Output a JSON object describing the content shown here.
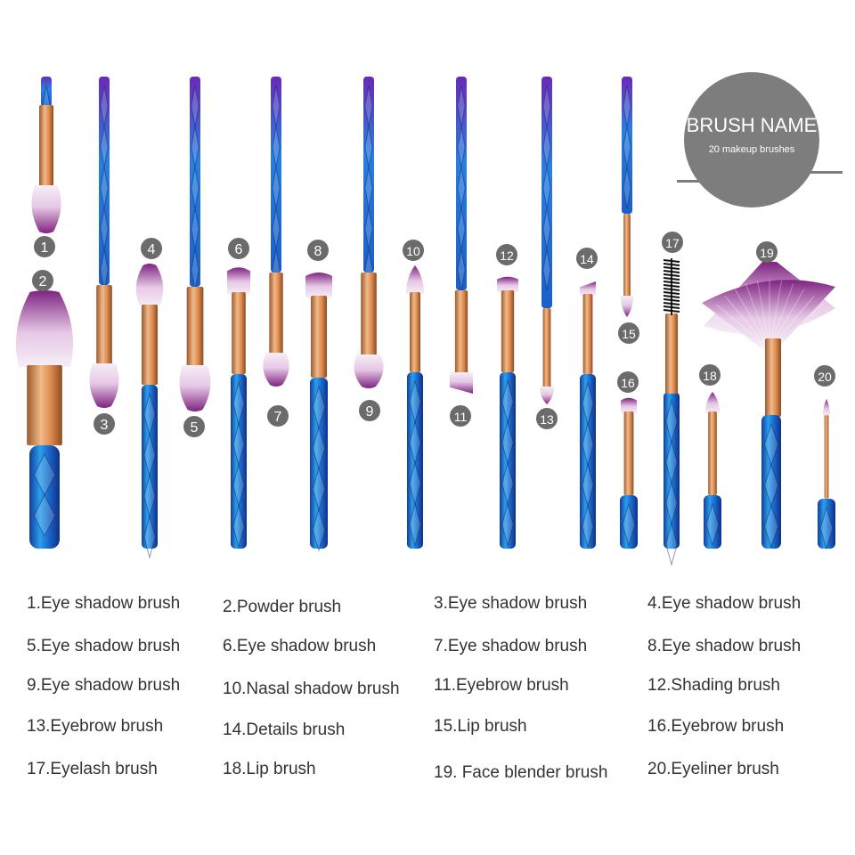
{
  "badge": {
    "title": "BRUSH NAME",
    "subtitle": "20 makeup brushes"
  },
  "colors": {
    "handle_blue": "#1e7fd6",
    "handle_purple": "#5a2fb8",
    "ferrule": "#d98a4a",
    "bristle_purple": "#8a2a8e",
    "bristle_white": "#f3eaf3",
    "number_circle": "#666666"
  },
  "brush_numbers": [
    "1",
    "2",
    "3",
    "4",
    "5",
    "6",
    "7",
    "8",
    "9",
    "10",
    "11",
    "12",
    "13",
    "14",
    "15",
    "16",
    "17",
    "18",
    "19",
    "20"
  ],
  "brush_names": [
    "1.Eye shadow brush",
    "2.Powder brush",
    "3.Eye shadow brush",
    "4.Eye shadow brush",
    "5.Eye shadow brush",
    "6.Eye shadow brush",
    "7.Eye shadow brush",
    "8.Eye shadow brush",
    "9.Eye shadow brush",
    "10.Nasal shadow brush",
    "11.Eyebrow brush",
    "12.Shading brush",
    "13.Eyebrow brush",
    "14.Details brush",
    "15.Lip brush",
    "16.Eyebrow brush",
    "17.Eyelash brush",
    "18.Lip brush",
    "19. Face blender brush",
    "20.Eyeliner brush"
  ]
}
